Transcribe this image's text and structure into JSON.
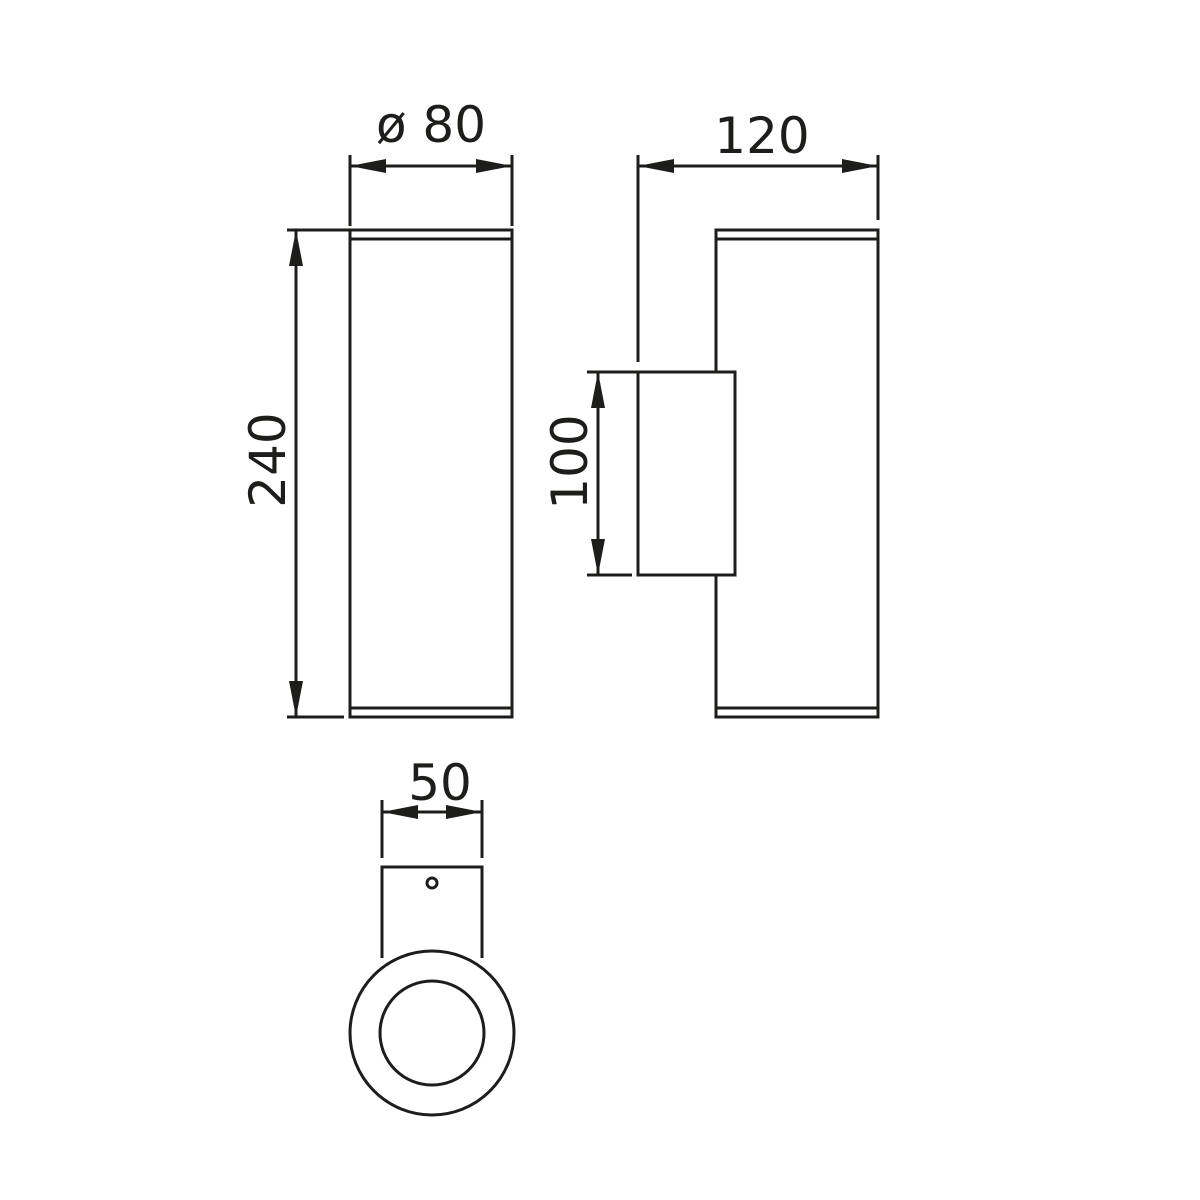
{
  "dimensions": {
    "diameter": "ø 80",
    "height": "240",
    "depth": "120",
    "bracket_height": "100",
    "bracket_width": "50"
  },
  "colors": {
    "line": "#1d1d1b",
    "background": "#ffffff"
  }
}
